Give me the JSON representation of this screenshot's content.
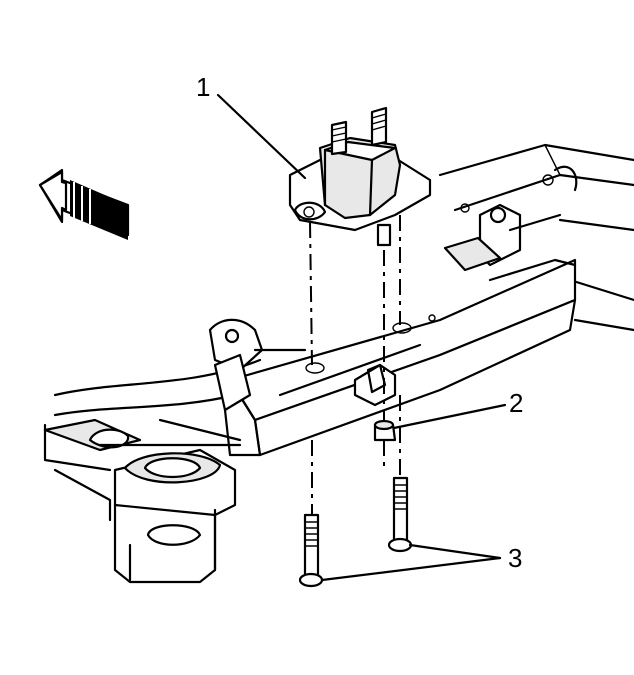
{
  "callouts": [
    {
      "id": "1",
      "label": "1"
    },
    {
      "id": "2",
      "label": "2"
    },
    {
      "id": "3",
      "label": "3"
    }
  ],
  "icons": {
    "direction_arrow": "front-direction-arrow-icon"
  },
  "colors": {
    "line": "#000000",
    "background": "#ffffff",
    "shade": "#e8e8e8"
  }
}
